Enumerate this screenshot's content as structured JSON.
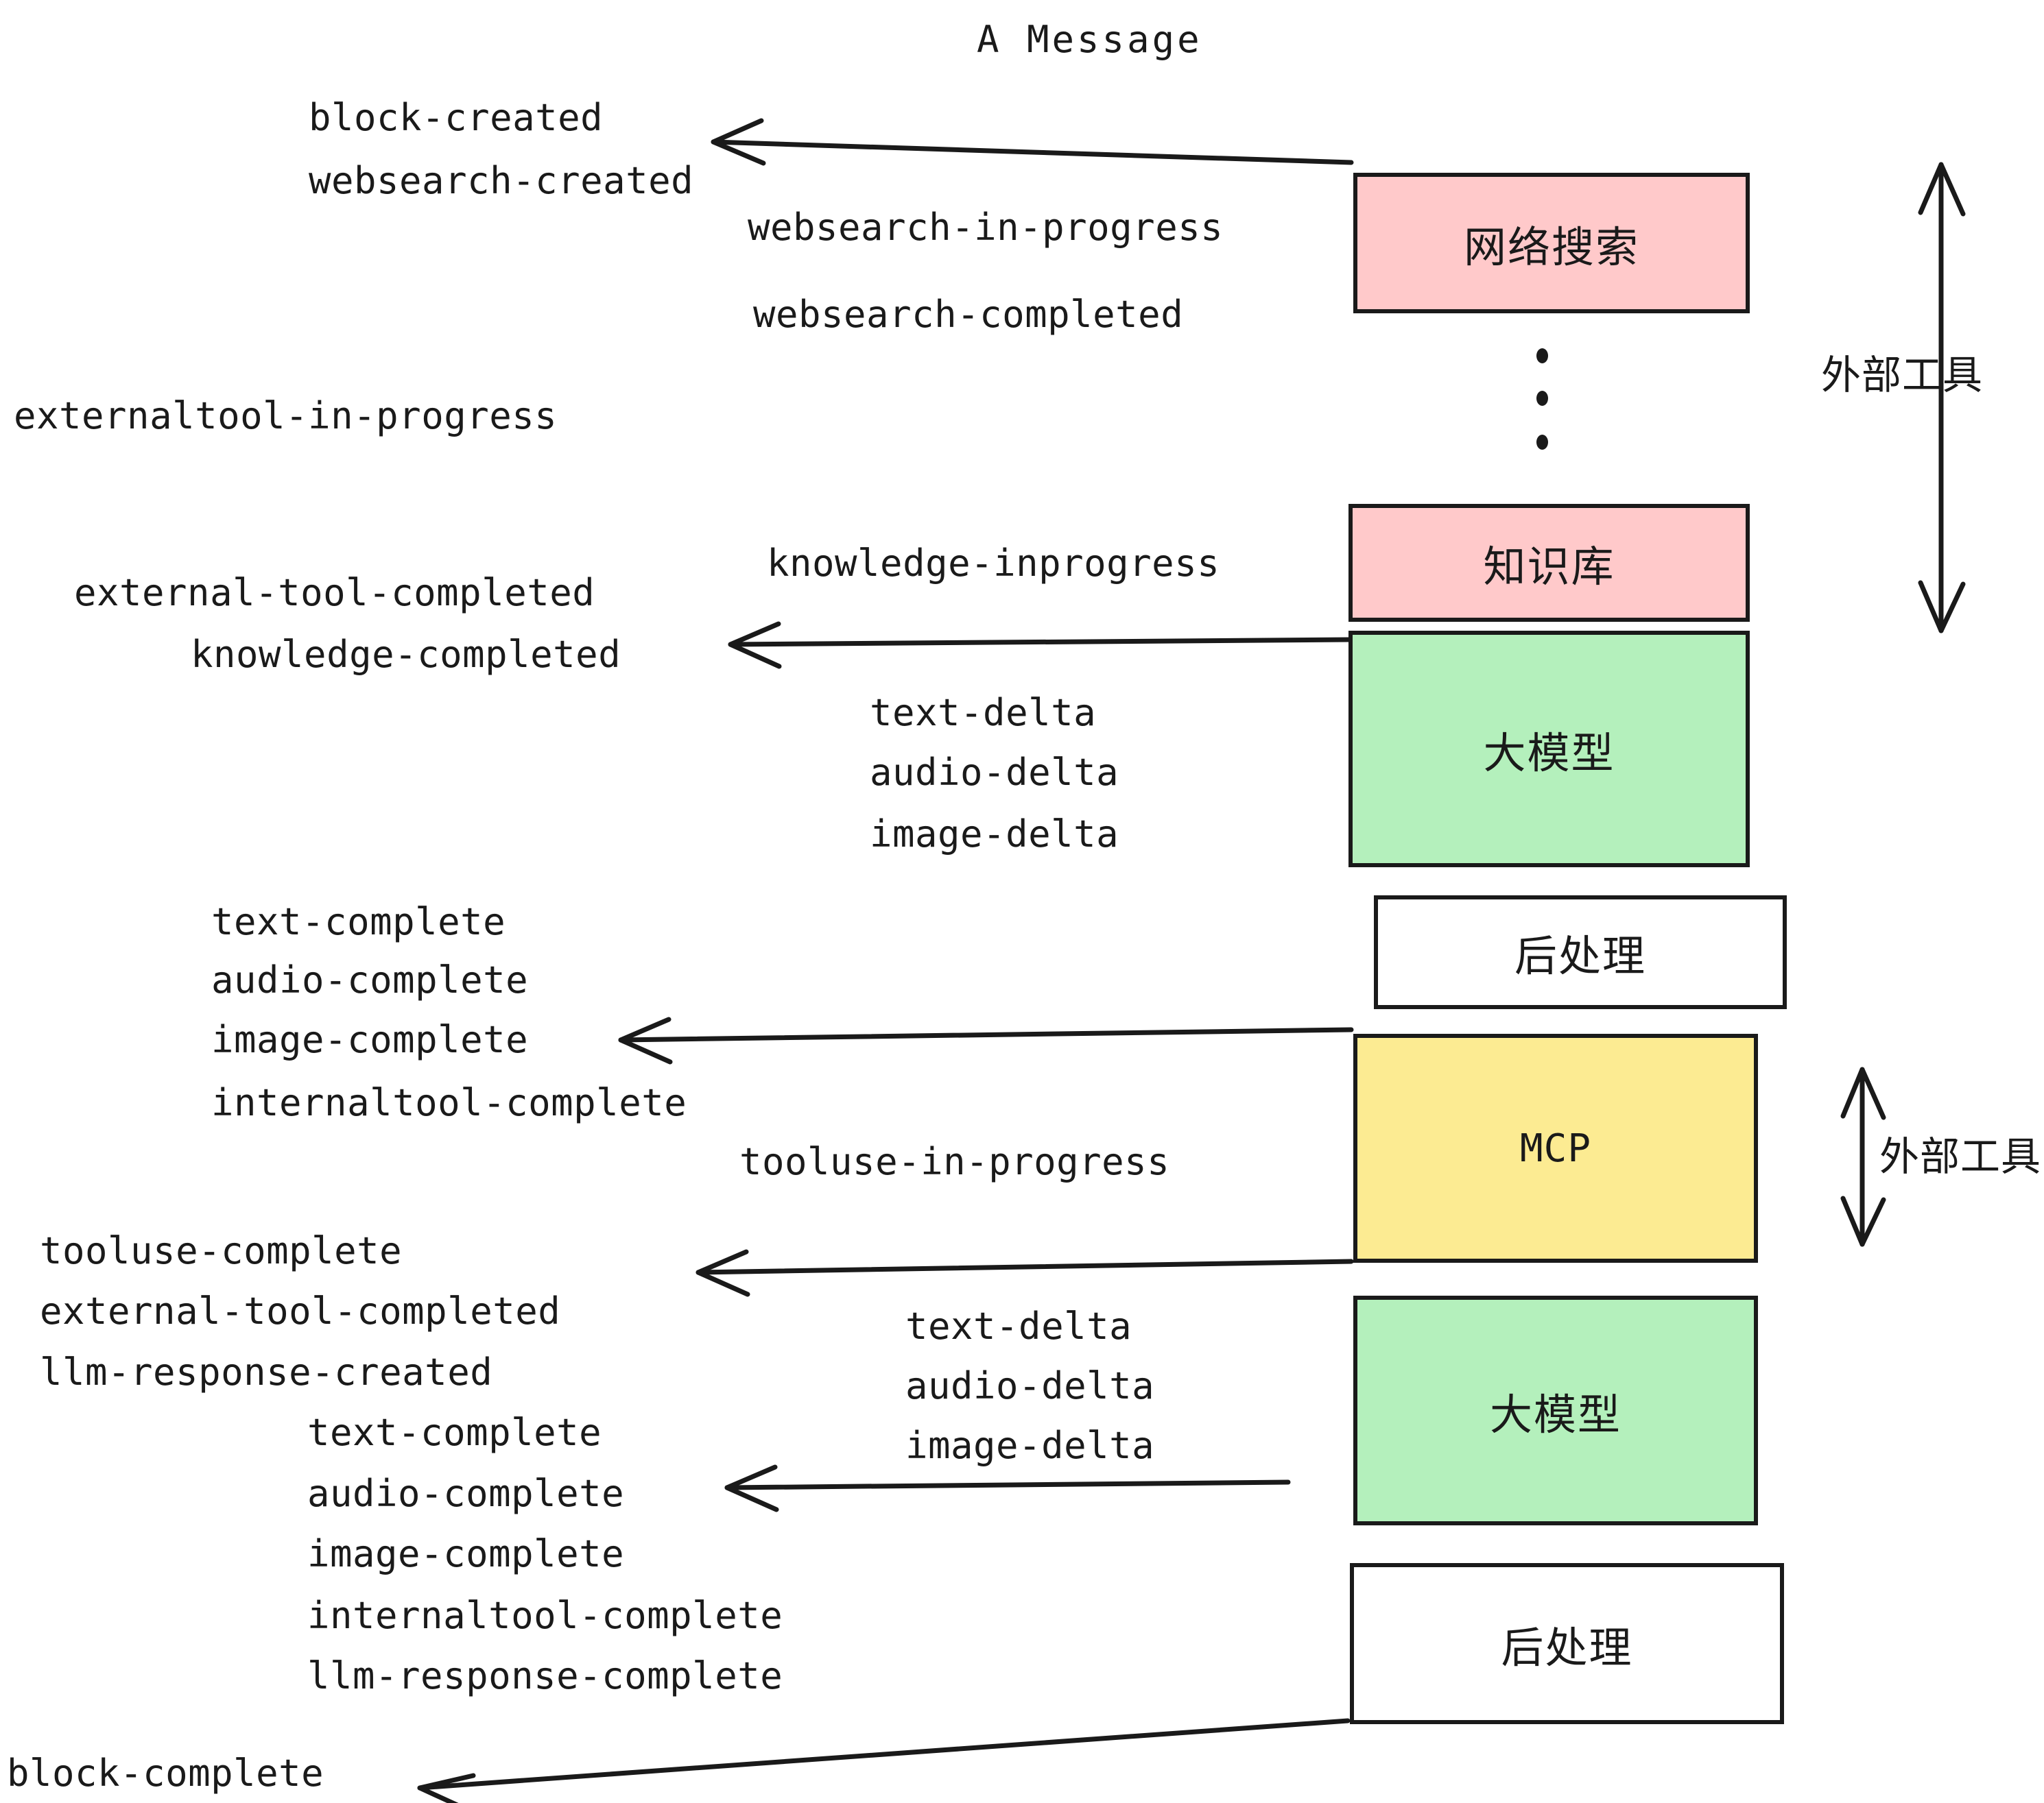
{
  "title": "A Message",
  "colors": {
    "pink": "#FFC9CA",
    "green": "#B4F0BC",
    "yellow": "#FCEB92",
    "white": "#FFFFFF",
    "stroke": "#1A1A1A"
  },
  "boxes": [
    {
      "label": "网络搜索",
      "fill": "#FFC9CA"
    },
    {
      "label": "知识库",
      "fill": "#FFC9CA"
    },
    {
      "label": "大模型",
      "fill": "#B4F0BC"
    },
    {
      "label": "后处理",
      "fill": "#FFFFFF"
    },
    {
      "label": "MCP",
      "fill": "#FCEB92"
    },
    {
      "label": "大模型",
      "fill": "#B4F0BC"
    },
    {
      "label": "后处理",
      "fill": "#FFFFFF"
    }
  ],
  "side_labels": [
    {
      "label": "外部工具"
    },
    {
      "label": "外部工具"
    }
  ],
  "events": [
    {
      "text": "block-created"
    },
    {
      "text": "websearch-created"
    },
    {
      "text": "websearch-in-progress"
    },
    {
      "text": "websearch-completed"
    },
    {
      "text": "externaltool-in-progress"
    },
    {
      "text": "knowledge-inprogress"
    },
    {
      "text": "external-tool-completed"
    },
    {
      "text": "knowledge-completed"
    },
    {
      "text": "text-delta"
    },
    {
      "text": "audio-delta"
    },
    {
      "text": "image-delta"
    },
    {
      "text": "text-complete"
    },
    {
      "text": "audio-complete"
    },
    {
      "text": "image-complete"
    },
    {
      "text": "internaltool-complete"
    },
    {
      "text": "tooluse-in-progress"
    },
    {
      "text": "tooluse-complete"
    },
    {
      "text": "external-tool-completed"
    },
    {
      "text": "llm-response-created"
    },
    {
      "text": "text-delta"
    },
    {
      "text": "audio-delta"
    },
    {
      "text": "image-delta"
    },
    {
      "text": "text-complete"
    },
    {
      "text": "audio-complete"
    },
    {
      "text": "image-complete"
    },
    {
      "text": "internaltool-complete"
    },
    {
      "text": "llm-response-complete"
    },
    {
      "text": "block-complete"
    }
  ]
}
